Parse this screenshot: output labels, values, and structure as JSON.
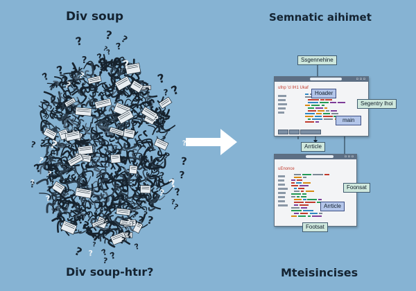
{
  "title_left": "Div soup",
  "title_right": "Semnatic aihimet",
  "caption_left": "Div soup-htır?",
  "caption_right": "Mteisincises",
  "labels": {
    "segmenne_line": "Ssgennehine",
    "header": "Hoader",
    "segmentry": "Segentry lhoi",
    "main": "main",
    "article1": "Arrticle",
    "footer1": "Foonsat",
    "article2": "Arrticle",
    "footer2": "Footsat"
  },
  "window1": {
    "tab_text": "ufnp 'cl IH1 Ukaf"
  },
  "window2": {
    "tab_text": "uEnonce"
  },
  "colors": {
    "background": "#86b3d3",
    "window_bar": "#5d6f84",
    "teal_label": "#cfe8dd",
    "blue_label": "#b4c6ea",
    "arrow": "#ffffff"
  }
}
